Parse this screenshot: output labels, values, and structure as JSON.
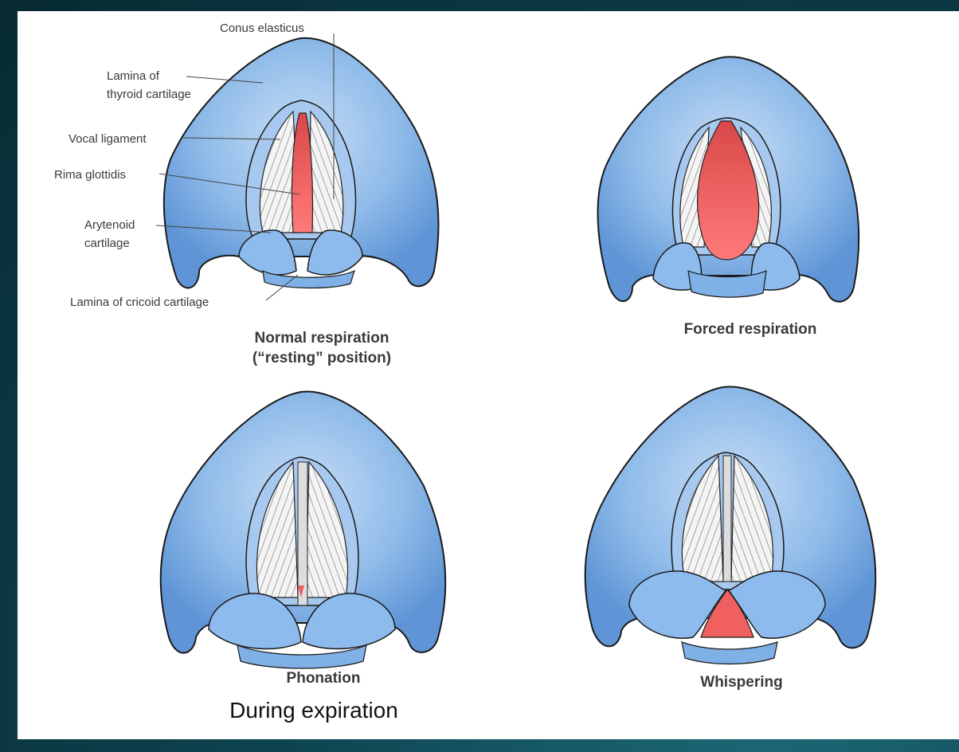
{
  "labels": {
    "conus_elasticus": "Conus elasticus",
    "lamina_thyroid_1": "Lamina of",
    "lamina_thyroid_2": "thyroid cartilage",
    "vocal_ligament": "Vocal ligament",
    "rima_glottidis": "Rima glottidis",
    "arytenoid_1": "Arytenoid",
    "arytenoid_2": "cartilage",
    "lamina_cricoid": "Lamina of cricoid cartilage"
  },
  "captions": {
    "normal_1": "Normal respiration",
    "normal_2": "(“resting” position)",
    "forced": "Forced respiration",
    "phonation": "Phonation",
    "whispering": "Whispering",
    "during_expiration": "During expiration"
  },
  "colors": {
    "background": "#0d4450",
    "cartilage_blue": "#7fb0e6",
    "cartilage_light": "#c4dcf5",
    "glottis_red": "#f06060",
    "outline": "#1a1a1a"
  }
}
